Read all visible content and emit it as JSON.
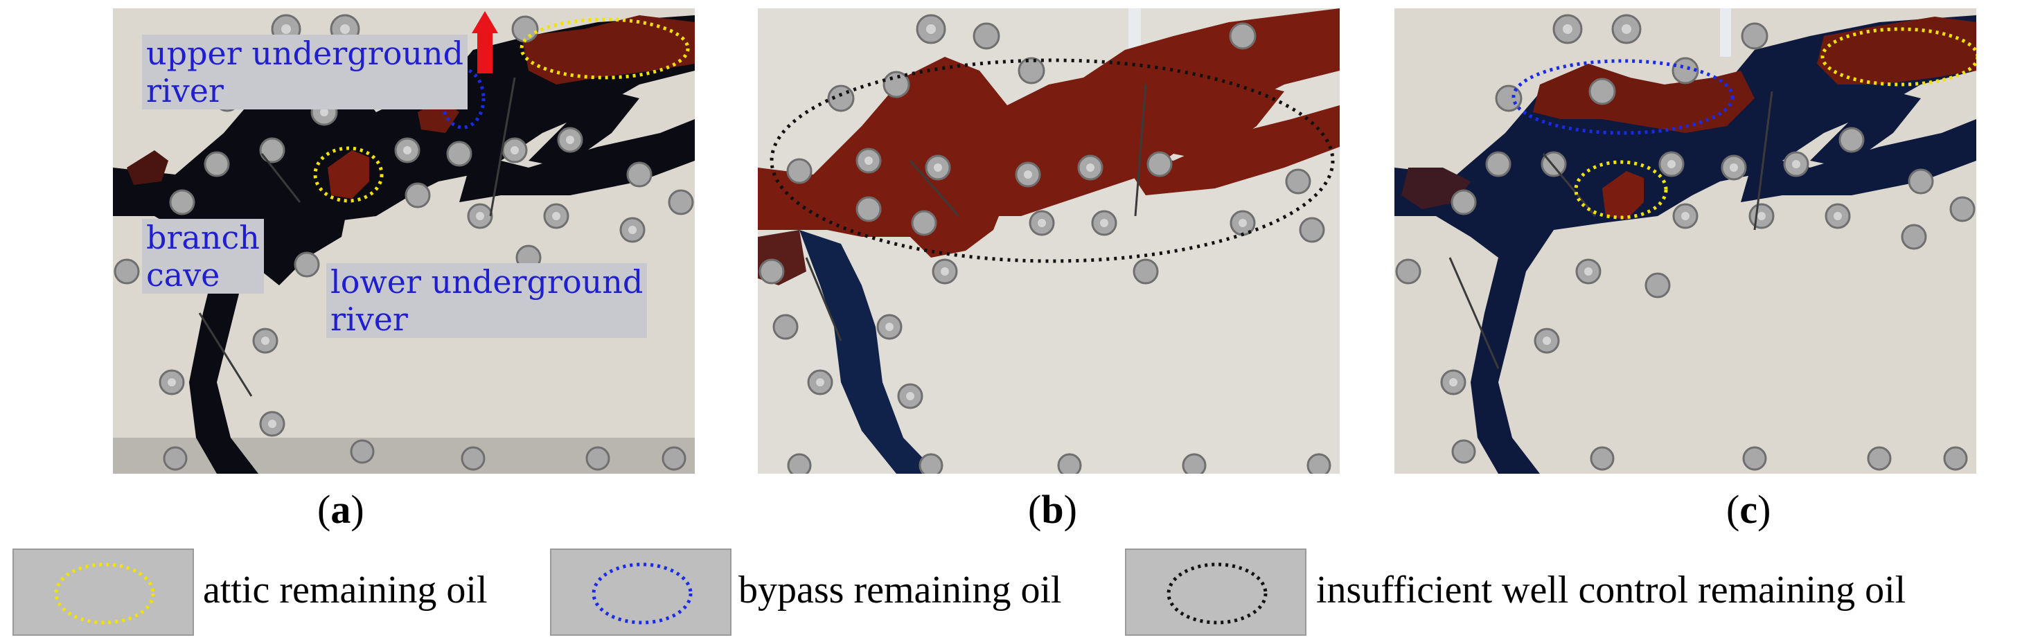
{
  "panels": [
    {
      "id": "a",
      "caption_letter": "a",
      "labels": {
        "upper": "upper underground\nriver",
        "branch": "branch\ncave",
        "lower": "lower underground\nriver"
      }
    },
    {
      "id": "b",
      "caption_letter": "b"
    },
    {
      "id": "c",
      "caption_letter": "c"
    }
  ],
  "legend": [
    {
      "label": "attic remaining  oil",
      "color": "#f2e200"
    },
    {
      "label": "bypass remaining  oil",
      "color": "#1a2be8"
    },
    {
      "label": "insufficient  well  control remaining  oil",
      "color": "#111111"
    }
  ],
  "colors": {
    "background": "#ddd9d2",
    "oil": "#7a1d10",
    "water": "#0e1a3d",
    "label_text": "#1f1fd0",
    "label_bg": "#c8c8cf",
    "arrow": "#e8141a"
  }
}
